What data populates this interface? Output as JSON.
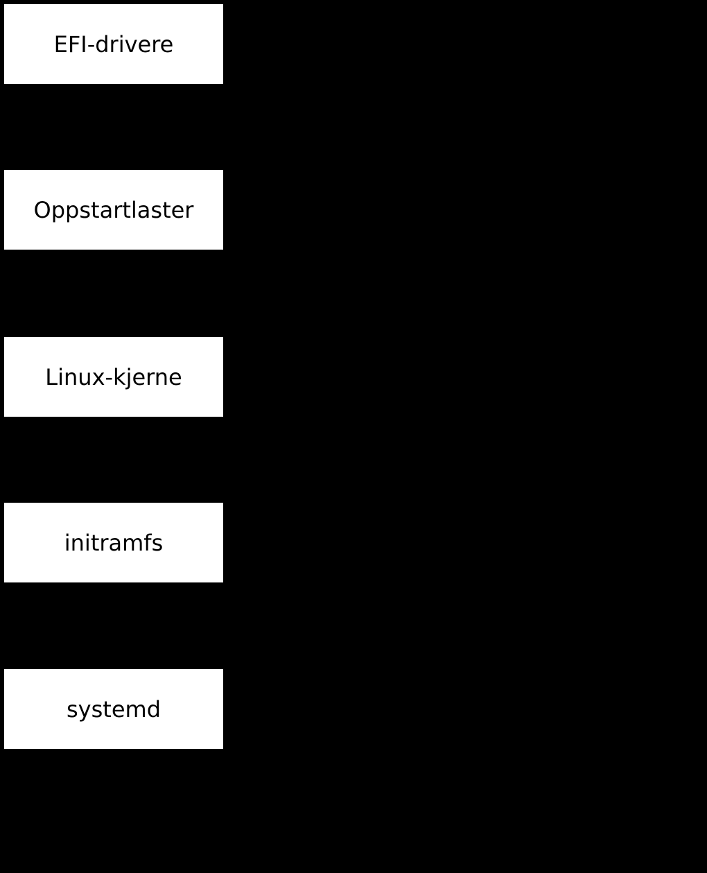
{
  "diagram": {
    "background_color": "#000000",
    "node_fill_color": "#ffffff",
    "node_text_color": "#000000",
    "nodes": [
      {
        "id": "efi-drivere",
        "label": "EFI-drivere"
      },
      {
        "id": "oppstartlaster",
        "label": "Oppstartlaster"
      },
      {
        "id": "linux-kjerne",
        "label": "Linux-kjerne"
      },
      {
        "id": "initramfs",
        "label": "initramfs"
      },
      {
        "id": "systemd",
        "label": "systemd"
      }
    ]
  }
}
